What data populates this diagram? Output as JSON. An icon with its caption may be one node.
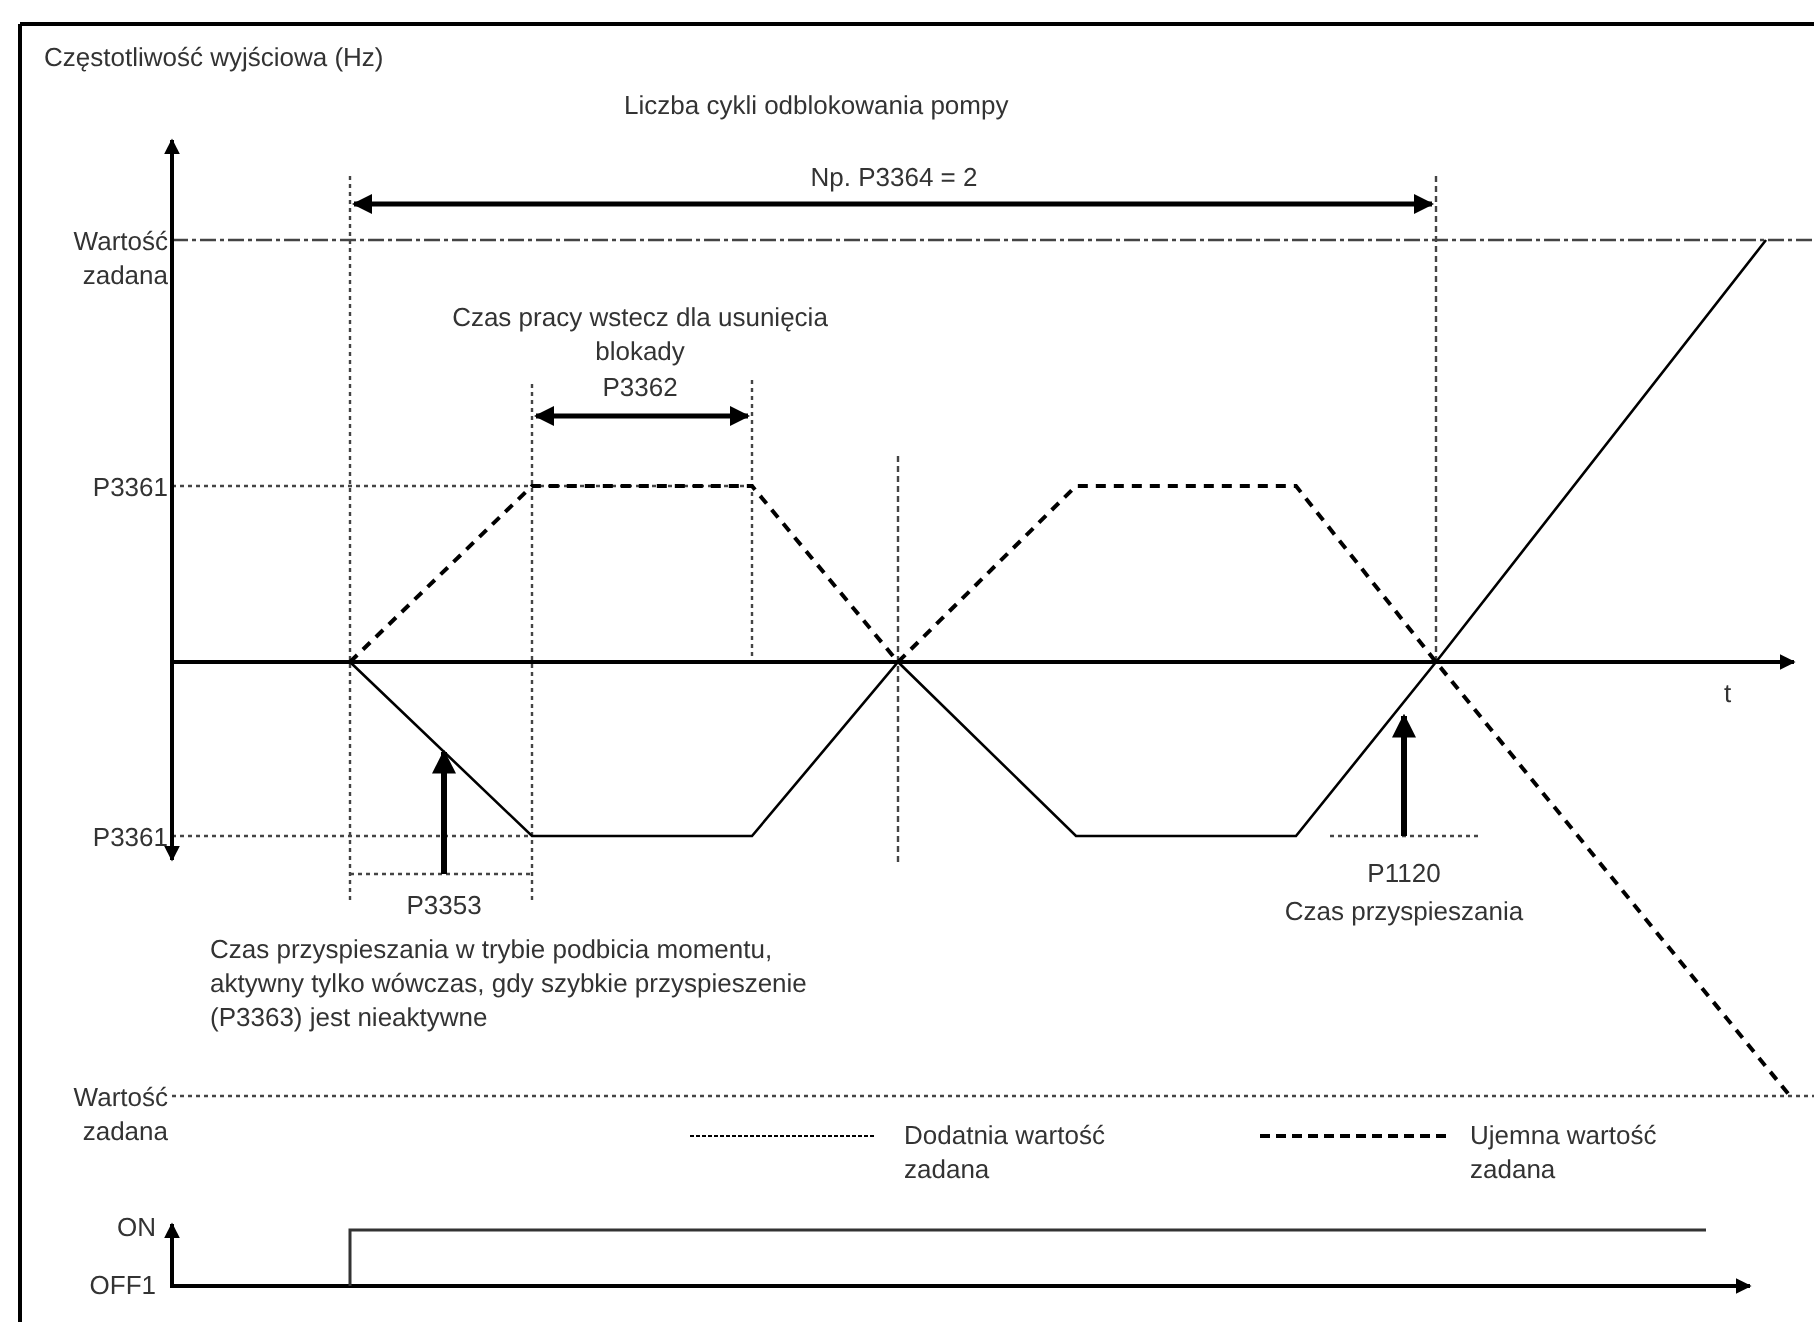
{
  "diagram": {
    "nodes": [
      {
        "text": [
          "P3353",
          "Czas przyspieszania w trybie podbicia momentu, aktywny tylko wówczas, gdy szybkie przyspieszenie (P3363) jest nieaktywne"
        ]
      },
      {
        "text": [
          "P1120",
          "Czas przyspieszania"
        ]
      }
    ],
    "edges": [
      {
        "from": 0,
        "to": null,
        "arrow": "to"
      },
      {
        "from": 1,
        "to": null,
        "arrow": "to"
      }
    ],
    "labels": [
      "Częstotliwość wyjściowa (Hz)",
      "Liczba cykli odblokowania pompy",
      "Np. P3364 = 2",
      "Wartość zadana",
      "Czas pracy wstecz dla usunięcia blokady",
      "P3362",
      "P3361",
      "t",
      "P3361",
      "Wartość zadana",
      "ON",
      "OFF1"
    ],
    "legend": [
      {
        "text": "Dodatnia wartość zadana"
      },
      {
        "text": "Ujemna wartość zadana"
      }
    ]
  }
}
